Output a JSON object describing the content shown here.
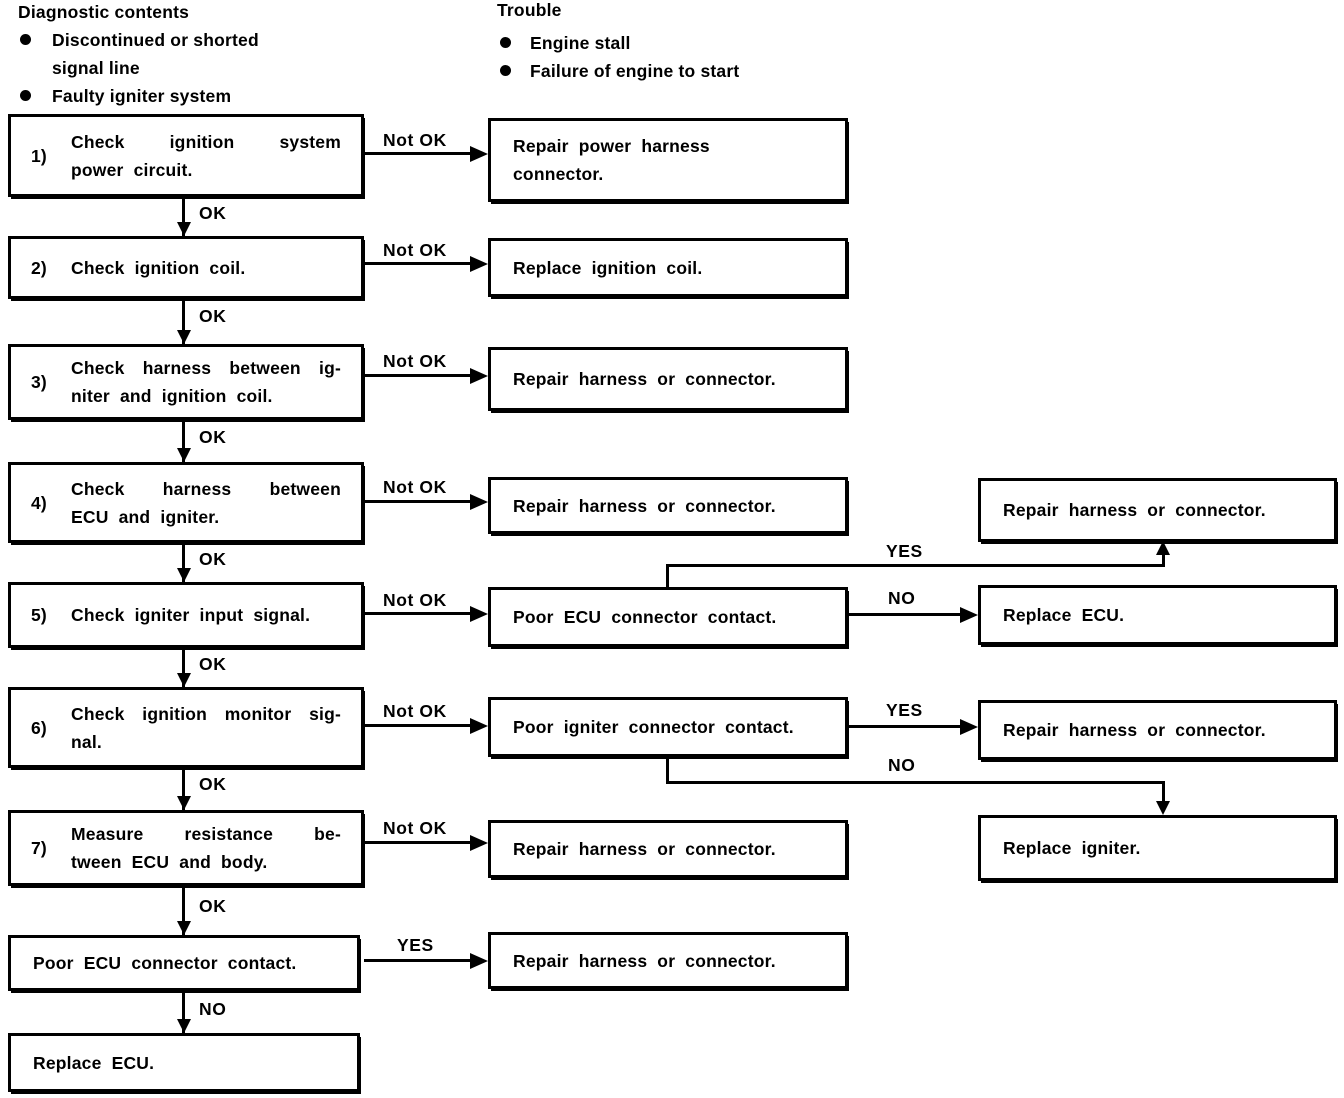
{
  "header": {
    "diagnostic_title": "Diagnostic contents",
    "diagnostic_items": [
      "Discontinued or shorted signal line",
      "Faulty igniter system"
    ],
    "trouble_title": "Trouble",
    "trouble_items": [
      "Engine stall",
      "Failure of engine to start"
    ]
  },
  "labels": {
    "ok": "OK",
    "not_ok": "Not OK",
    "yes": "YES",
    "no": "NO"
  },
  "colors": {
    "ink": "#000000",
    "paper": "#ffffff"
  },
  "flow": {
    "left": [
      {
        "num": "1)",
        "line1": "Check ignition system",
        "line2": "power circuit."
      },
      {
        "num": "2)",
        "line1": "Check ignition coil."
      },
      {
        "num": "3)",
        "line1": "Check harness between ig-",
        "line2": "niter and ignition coil."
      },
      {
        "num": "4)",
        "line1": "Check harness between",
        "line2": "ECU and igniter."
      },
      {
        "num": "5)",
        "line1": "Check igniter input signal."
      },
      {
        "num": "6)",
        "line1": "Check ignition monitor sig-",
        "line2": "nal."
      },
      {
        "num": "7)",
        "line1": "Measure resistance be-",
        "line2": "tween ECU and body."
      },
      {
        "num": "",
        "line1": "Poor ECU connector contact."
      },
      {
        "num": "",
        "line1": "Replace ECU."
      }
    ],
    "middle": [
      {
        "line1": "Repair power harness",
        "line2": "connector."
      },
      {
        "line1": "Replace ignition coil."
      },
      {
        "line1": "Repair harness or connector."
      },
      {
        "line1": "Repair harness or connector."
      },
      {
        "line1": "Poor ECU connector contact."
      },
      {
        "line1": "Poor igniter connector contact."
      },
      {
        "line1": "Repair harness or connector."
      },
      {
        "line1": "Repair harness or connector."
      }
    ],
    "right": [
      {
        "line1": "Repair harness or connector."
      },
      {
        "line1": "Replace ECU."
      },
      {
        "line1": "Repair harness or connector."
      },
      {
        "line1": "Replace igniter."
      }
    ]
  }
}
